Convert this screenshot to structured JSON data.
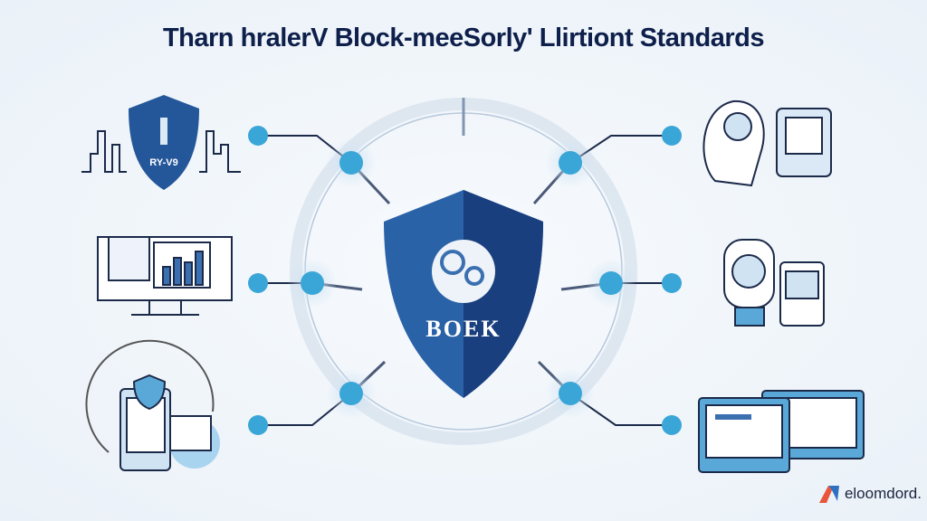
{
  "title": "Tharn hralerV Block-meeSorly' Llirtiont Standards",
  "center_shield_label": "BOEK",
  "left_shield_label": "RY-V9",
  "brand": {
    "name": "eloomdord."
  },
  "colors": {
    "navy": "#1a3f7e",
    "blue": "#2a62a8",
    "node": "#3aa6d8",
    "line": "#1c2a4a",
    "ring": "#c9d7e6"
  }
}
